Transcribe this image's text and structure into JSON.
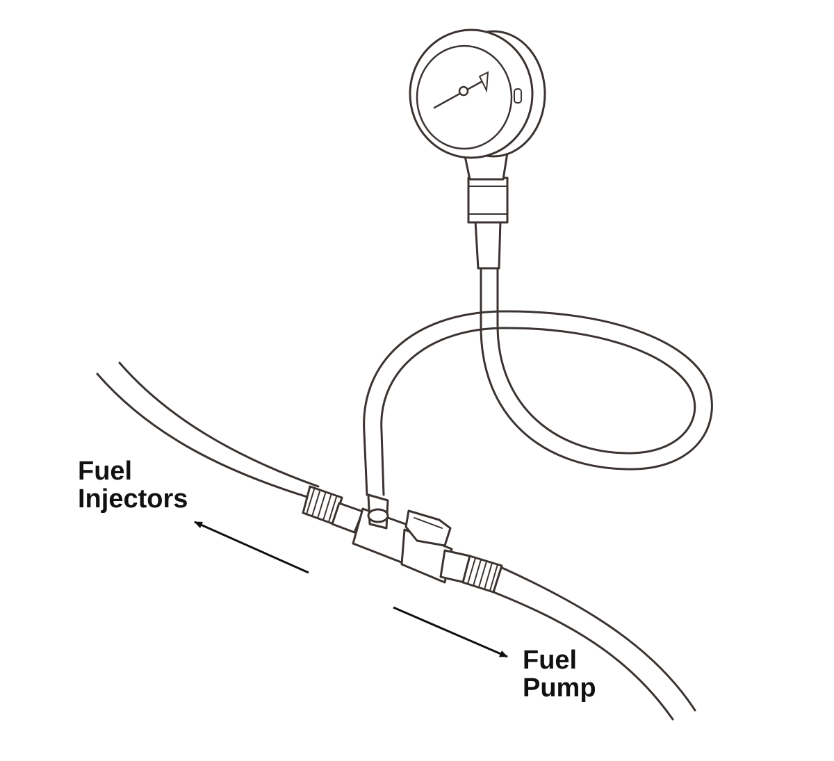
{
  "labels": {
    "injectors": [
      "Fuel",
      "Injectors"
    ],
    "pump": [
      "Fuel",
      "Pump"
    ]
  },
  "colors": {
    "line": "#3a3330",
    "text": "#111111",
    "background": "#ffffff"
  },
  "icons": {
    "gauge": "pressure-gauge-icon",
    "valve": "shutoff-valve-icon"
  }
}
